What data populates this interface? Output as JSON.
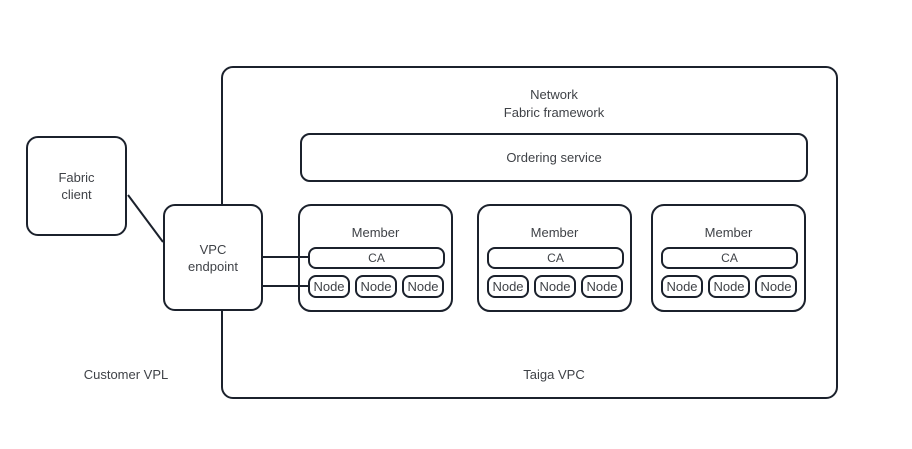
{
  "diagram": {
    "colors": {
      "border": "#1b212c",
      "text": "#3f4247",
      "background": "#ffffff"
    },
    "fabric_client": {
      "line1": "Fabric",
      "line2": "client"
    },
    "vpc_endpoint": {
      "line1": "VPC",
      "line2": "endpoint"
    },
    "customer_label": "Customer VPL",
    "vpc": {
      "title_line1": "Network",
      "title_line2": "Fabric framework",
      "ordering_service": "Ordering service",
      "label": "Taiga VPC"
    },
    "members": [
      {
        "title": "Member",
        "ca": "CA",
        "nodes": [
          "Node",
          "Node",
          "Node"
        ]
      },
      {
        "title": "Member",
        "ca": "CA",
        "nodes": [
          "Node",
          "Node",
          "Node"
        ]
      },
      {
        "title": "Member",
        "ca": "CA",
        "nodes": [
          "Node",
          "Node",
          "Node"
        ]
      }
    ]
  }
}
